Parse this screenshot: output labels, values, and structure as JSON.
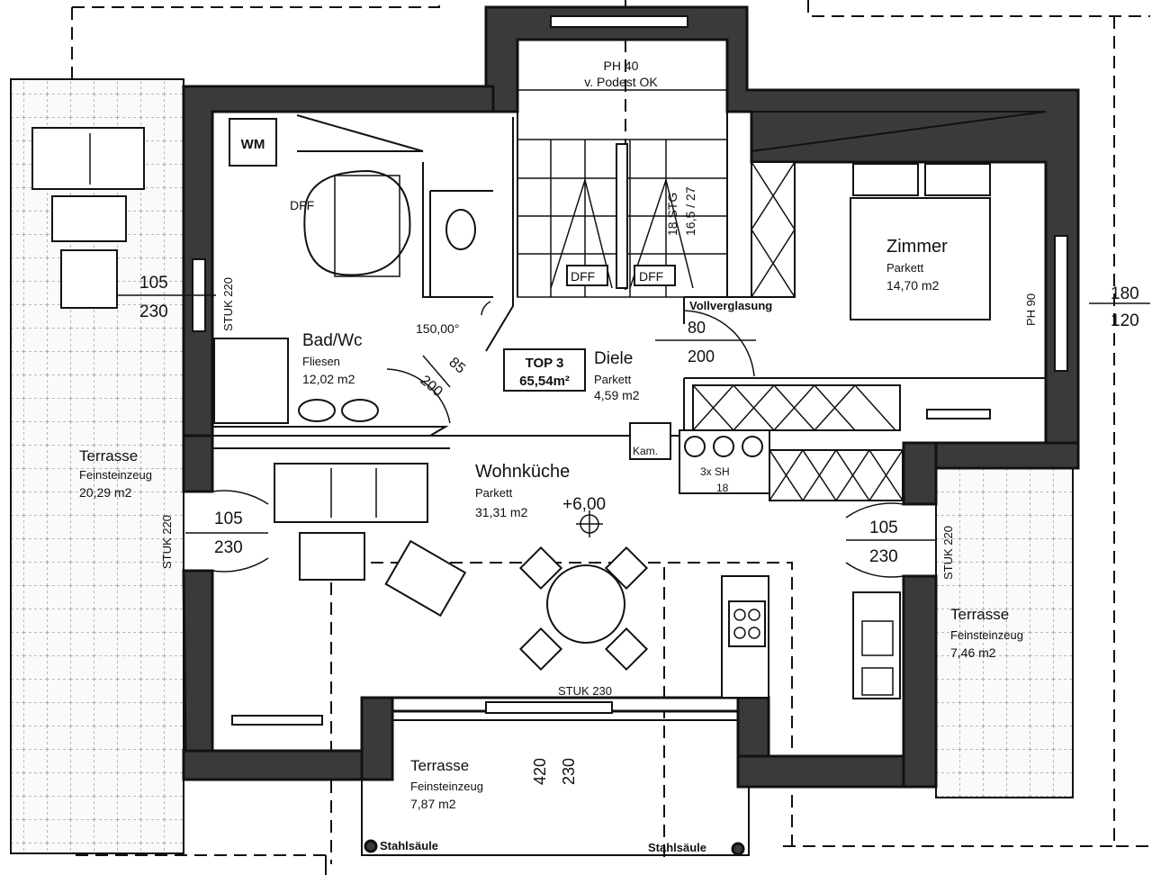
{
  "plan": {
    "top_unit": {
      "line1": "TOP 3",
      "line2": "65,54m²"
    },
    "level_mark": "+6,00",
    "rooms": [
      {
        "name": "Bad/Wc",
        "floor": "Fliesen",
        "area": "12,02 m2"
      },
      {
        "name": "Diele",
        "floor": "Parkett",
        "area": "4,59 m2"
      },
      {
        "name": "Zimmer",
        "floor": "Parkett",
        "area": "14,70 m2"
      },
      {
        "name": "Wohnküche",
        "floor": "Parkett",
        "area": "31,31 m2"
      },
      {
        "name": "Terrasse",
        "floor": "Feinsteinzeug",
        "area": "20,29 m2"
      },
      {
        "name": "Terrasse",
        "floor": "Feinsteinzeug",
        "area": "7,46 m2"
      },
      {
        "name": "Terrasse",
        "floor": "Feinsteinzeug",
        "area": "7,87 m2"
      }
    ],
    "stair": {
      "ph": "PH 40",
      "podest": "v. Podest OK",
      "steps": "18 STG",
      "ratio": "16,5 / 27"
    },
    "labels": {
      "wm": "WM",
      "dff": "DFF",
      "vollverglasung": "Vollverglasung",
      "kam": "Kam.",
      "sh_count": "3x SH",
      "sh_size": "18",
      "angle": "150,00°",
      "stuk_220": "STUK 220",
      "stuk_230": "STUK 230",
      "ph_90": "PH 90",
      "stahlsaeule": "Stahlsäule"
    },
    "dims": {
      "w105": "105",
      "w230": "230",
      "w85": "85",
      "w200": "200",
      "w80": "80",
      "w180": "180",
      "w120": "120",
      "w420": "420"
    }
  }
}
